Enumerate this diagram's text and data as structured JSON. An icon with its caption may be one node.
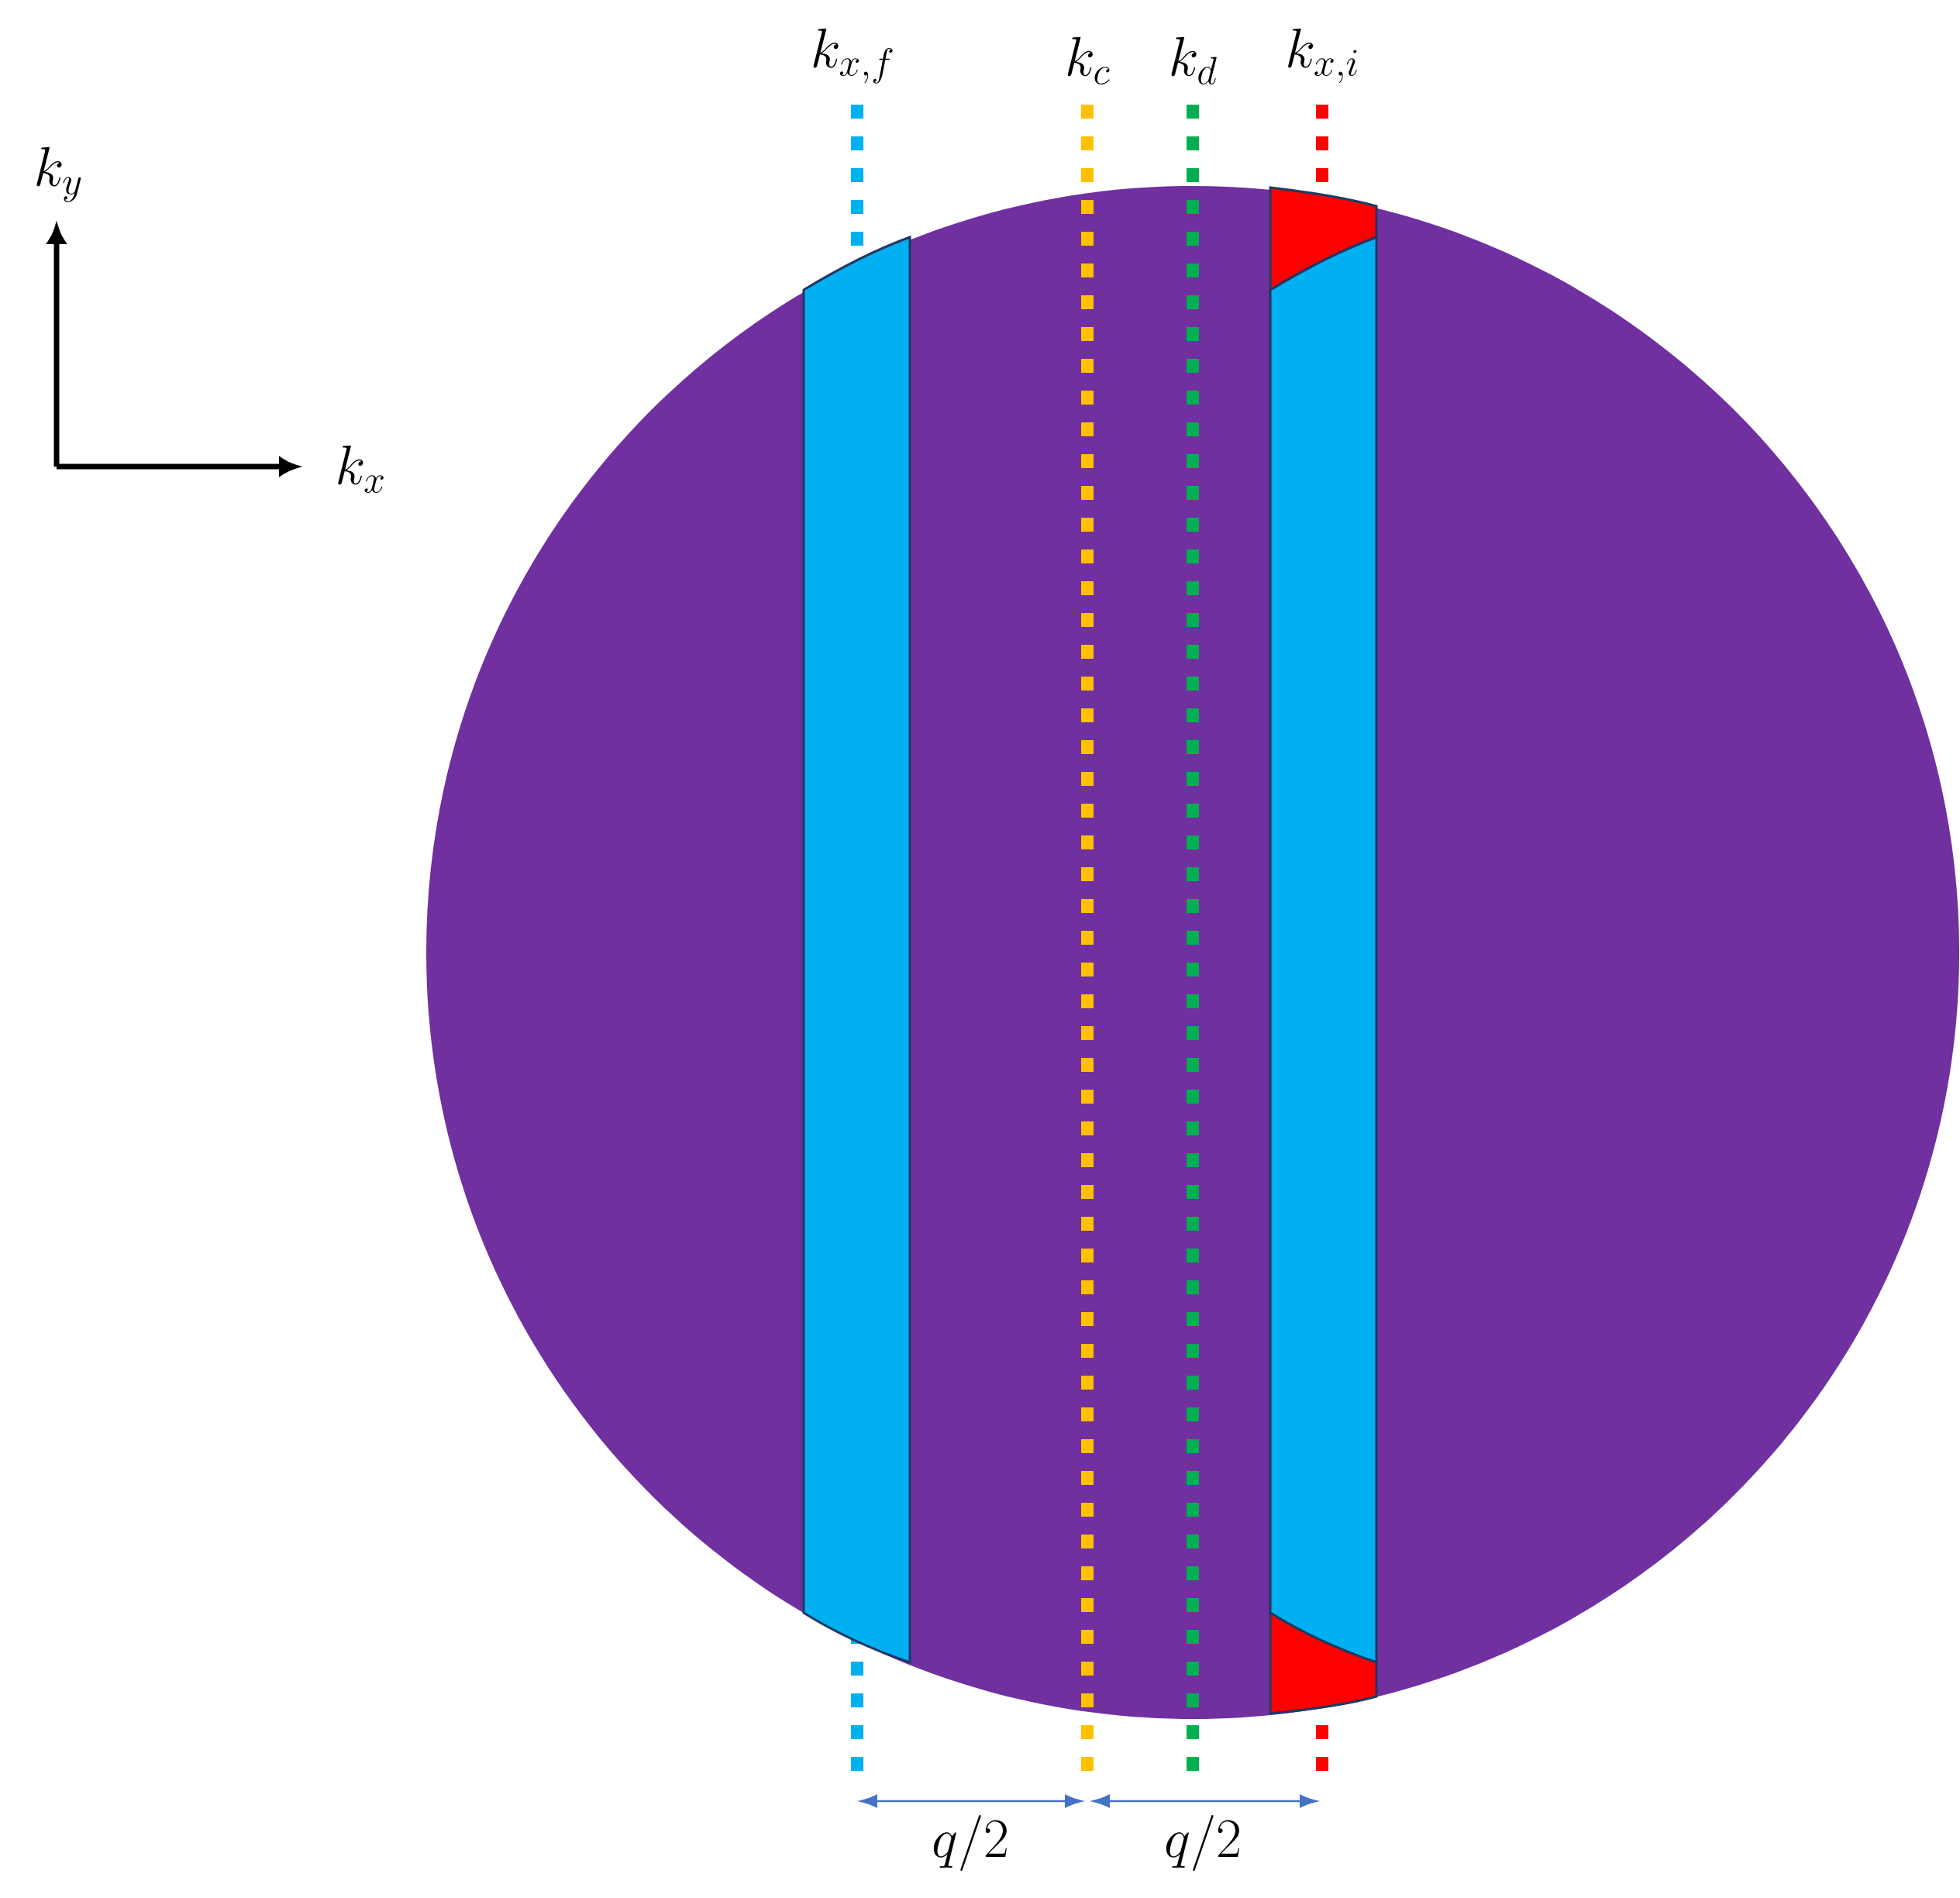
{
  "diagram": {
    "labels": [
      "k_{x,f}",
      "k_c",
      "k_d",
      "k_{x,i}",
      "k_y",
      "k_x",
      "q/2",
      "q/2"
    ]
  }
}
